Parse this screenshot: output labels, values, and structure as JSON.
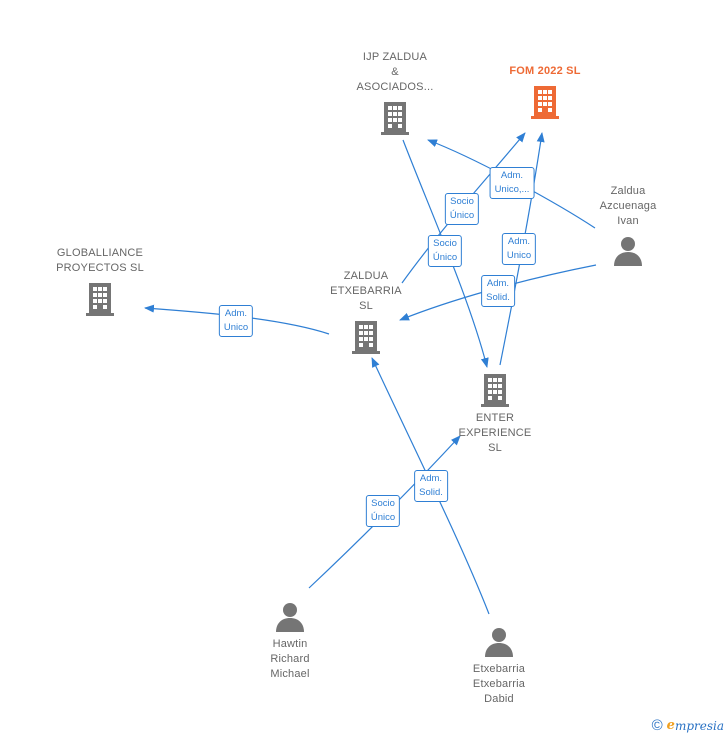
{
  "nodes": {
    "ijp": {
      "lines": [
        "IJP ZALDUA",
        "&",
        "ASOCIADOS..."
      ],
      "type": "company"
    },
    "fom": {
      "lines": [
        "FOM 2022  SL"
      ],
      "type": "company",
      "highlight": true
    },
    "zaldua_azcuenaga": {
      "lines": [
        "Zaldua",
        "Azcuenaga",
        "Ivan"
      ],
      "type": "person"
    },
    "globalliance": {
      "lines": [
        "GLOBALLIANCE",
        "PROYECTOS SL"
      ],
      "type": "company"
    },
    "zaldua_etxebarria": {
      "lines": [
        "ZALDUA",
        "ETXEBARRIA",
        "SL"
      ],
      "type": "company"
    },
    "enter": {
      "lines": [
        "ENTER",
        "EXPERIENCE",
        "SL"
      ],
      "type": "company"
    },
    "hawtin": {
      "lines": [
        "Hawtin",
        "Richard",
        "Michael"
      ],
      "type": "person"
    },
    "etxebarria": {
      "lines": [
        "Etxebarria",
        "Etxebarria",
        "Dabid"
      ],
      "type": "person"
    }
  },
  "relations": {
    "r1": [
      "Adm.",
      "Unico,..."
    ],
    "r2": [
      "Socio",
      "Único"
    ],
    "r3": [
      "Socio",
      "Único"
    ],
    "r4": [
      "Adm.",
      "Unico"
    ],
    "r5": [
      "Adm.",
      "Solid."
    ],
    "r6": [
      "Adm.",
      "Unico"
    ],
    "r7": [
      "Adm.",
      "Solid."
    ],
    "r8": [
      "Socio",
      "Único"
    ]
  },
  "colors": {
    "edge": "#2f7fd4",
    "company_icon": "#757575",
    "highlight_company": "#ee6a35",
    "person_icon": "#757575"
  },
  "footer": {
    "copyright": "©",
    "brand_initial": "e",
    "brand_rest": "mpresia"
  }
}
